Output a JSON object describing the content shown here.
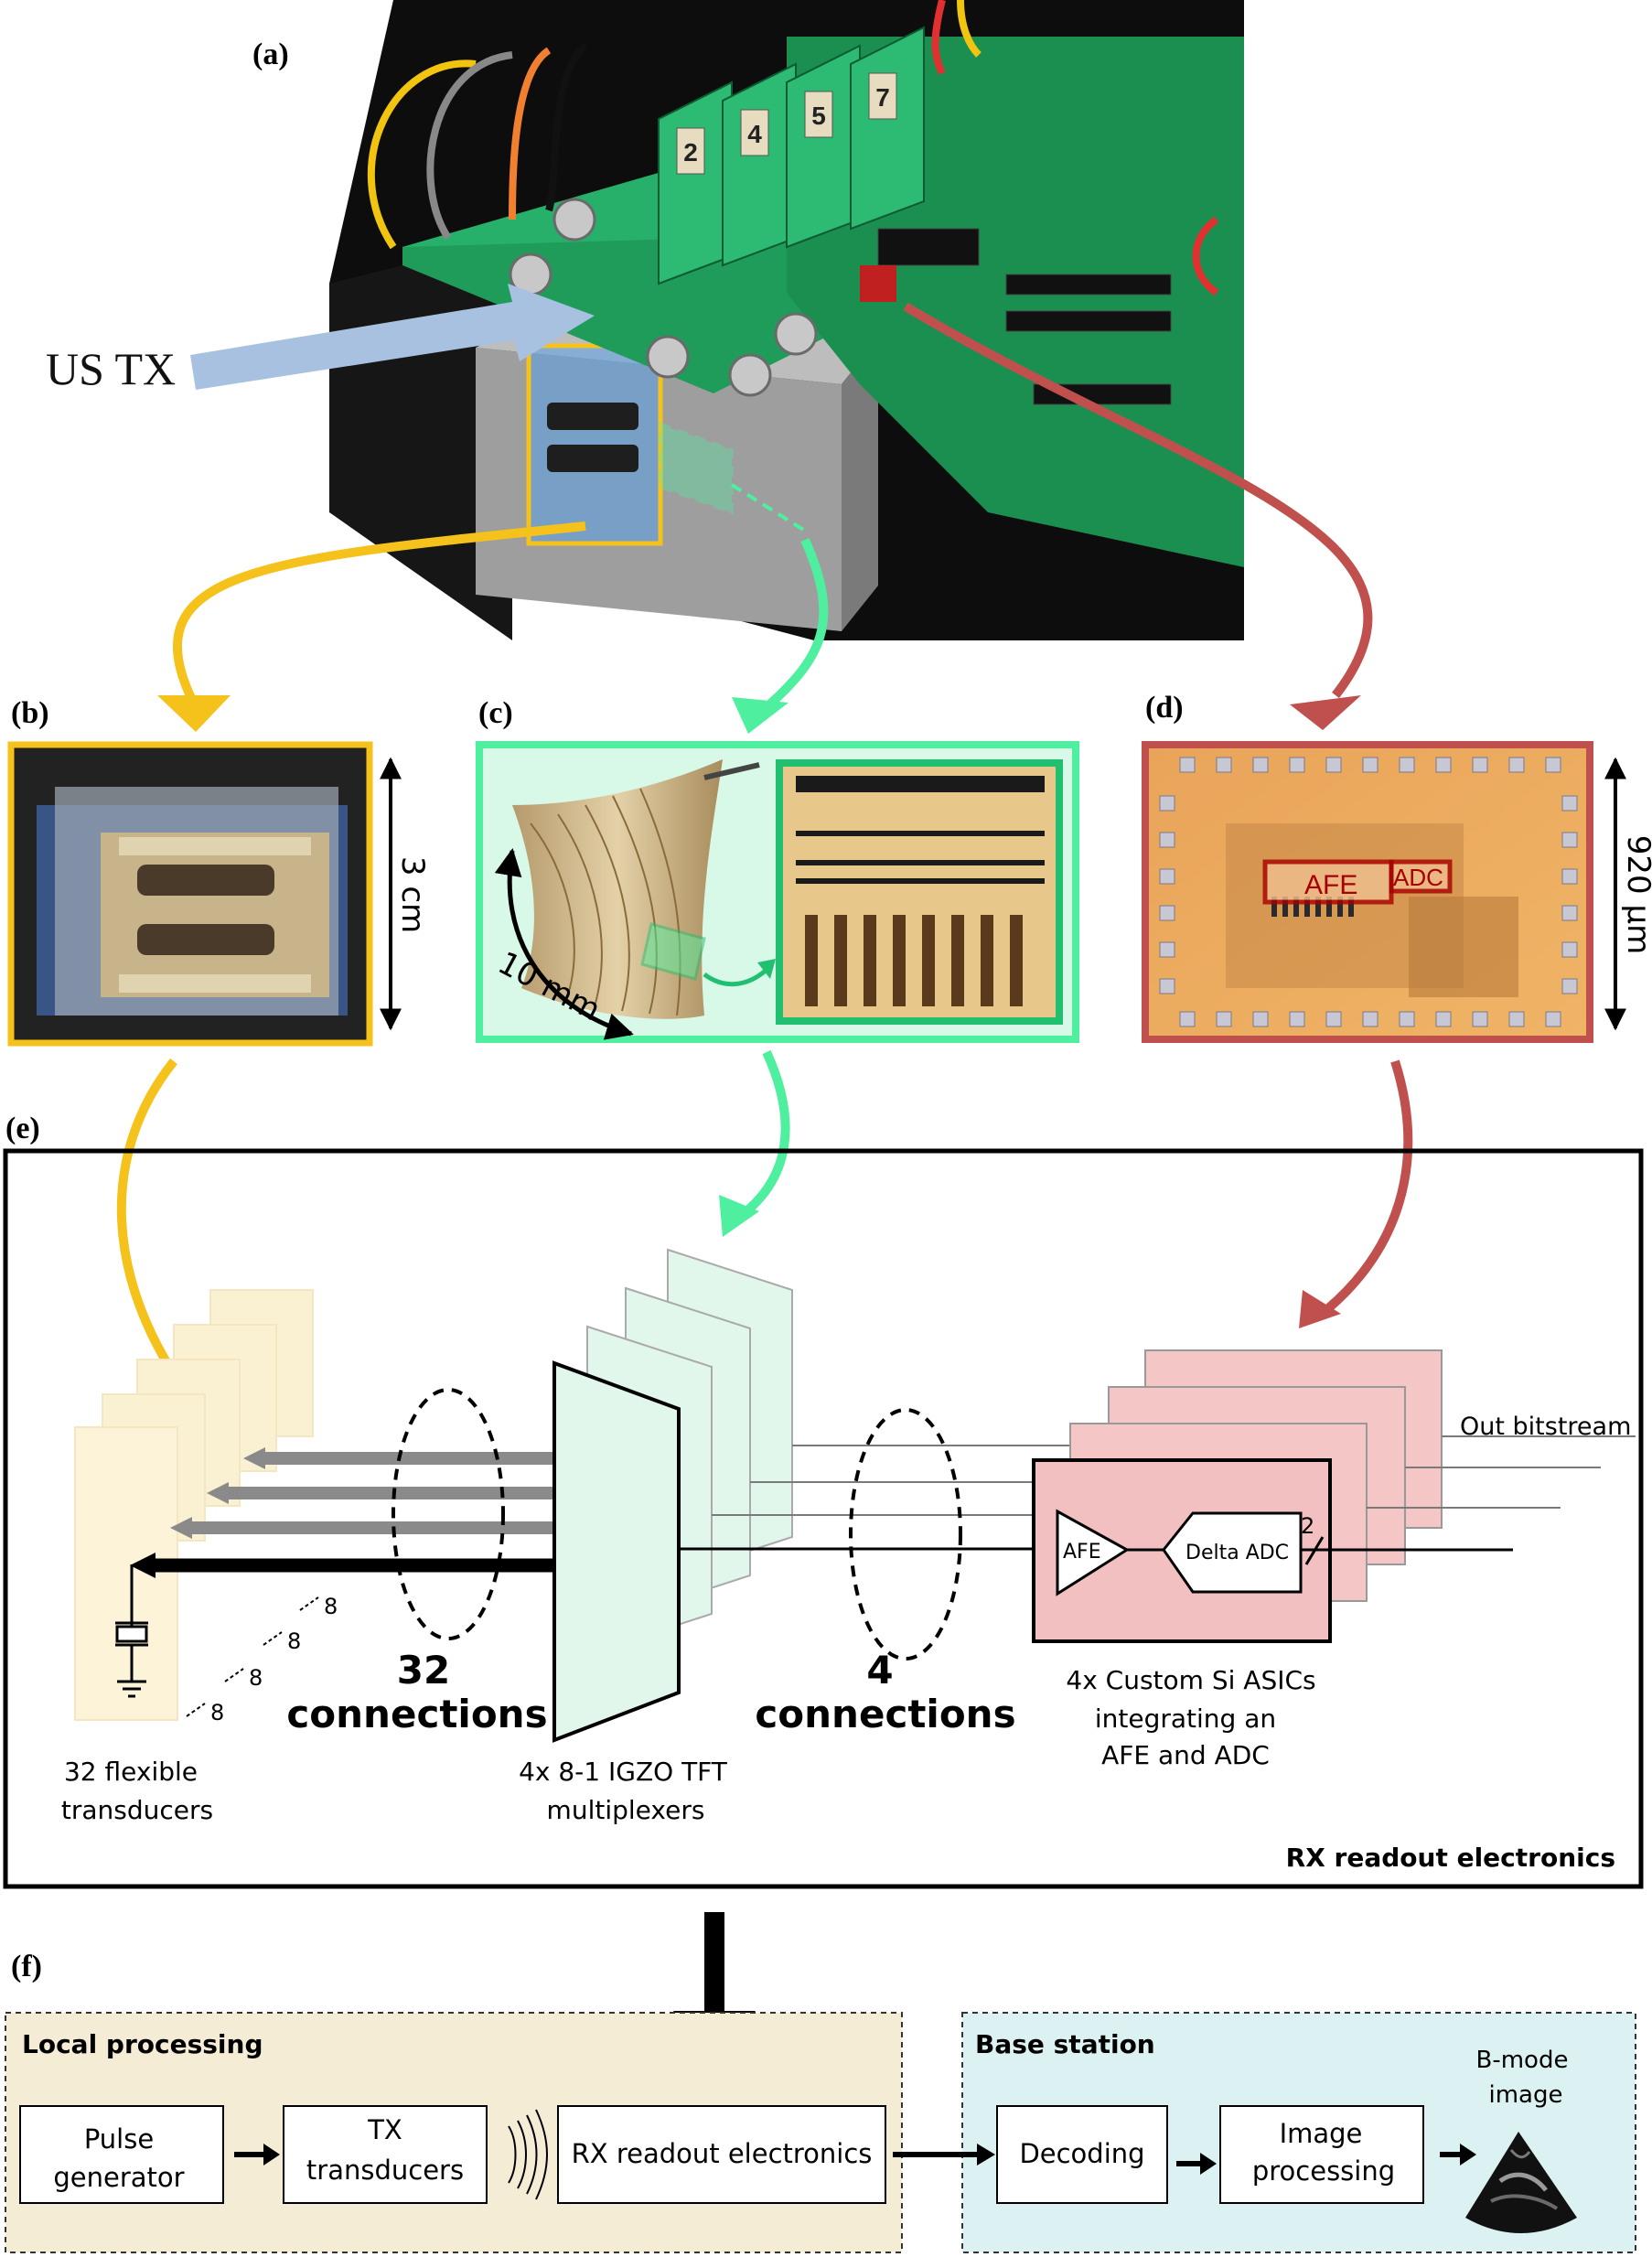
{
  "panels": {
    "a": "(a)",
    "b": "(b)",
    "c": "(c)",
    "d": "(d)",
    "e": "(e)",
    "f": "(f)"
  },
  "photo_a": {
    "us_tx_label": "US TX",
    "board_digits": [
      "2",
      "4",
      "5",
      "7"
    ]
  },
  "photo_b": {
    "scale_label": "3 cm"
  },
  "photo_c": {
    "scale_label": "10 mm"
  },
  "photo_d": {
    "scale_label": "920 μm",
    "afe_box_label": "AFE",
    "adc_box_label": "ADC"
  },
  "readout": {
    "transducers_label_1": "32 flexible",
    "transducers_label_2": "transducers",
    "bus_marks": [
      "8",
      "8",
      "8",
      "8"
    ],
    "connections32_num": "32",
    "connections32_word": "connections",
    "mux_label_1": "4x 8-1 IGZO TFT",
    "mux_label_2": "multiplexers",
    "connections4_num": "4",
    "connections4_word": "connections",
    "afe_label": "AFE",
    "delta_adc_label": "Delta ADC",
    "adc_bits": "2",
    "out_label": "Out bitstream",
    "asic_label_1": "4x Custom Si ASICs",
    "asic_label_2": "integrating an",
    "asic_label_3": "AFE and ADC",
    "title": "RX readout electronics"
  },
  "flow": {
    "local_title": "Local processing",
    "base_title": "Base station",
    "pulse_1": "Pulse",
    "pulse_2": "generator",
    "tx_1": "TX",
    "tx_2": "transducers",
    "rx": "RX readout electronics",
    "decoding": "Decoding",
    "image_proc_1": "Image",
    "image_proc_2": "processing",
    "bmode_1": "B-mode",
    "bmode_2": "image"
  },
  "colors": {
    "yellow": "#f5c21b",
    "green": "#4ef0a0",
    "red": "#c0504d",
    "mux_fill": "#dff5ea",
    "asic_fill": "#f2c0c0",
    "local_bg": "#f5ecd6",
    "base_bg": "#dcf1f1"
  }
}
